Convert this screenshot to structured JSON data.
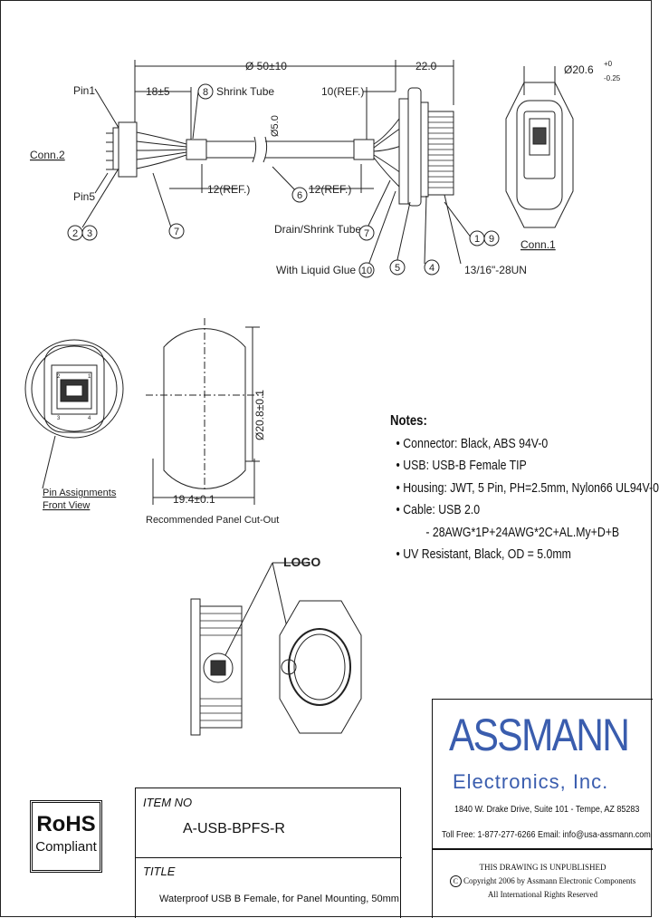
{
  "drawing": {
    "dim_overall": "Ø 50±10",
    "dim_22": "22.0",
    "dim_dia": "Ø20.6",
    "dim_dia_tol_top": "+0",
    "dim_dia_tol_bot": "-0.25",
    "dim_18": "18±5",
    "dim_10ref": "10(REF.)",
    "dim_12ref_left": "12(REF.)",
    "dim_12ref_right": "12(REF.)",
    "dim_d5": "Ø5.0",
    "label_pin1": "Pin1",
    "label_pin5": "Pin5",
    "label_conn2": "Conn.2",
    "label_conn1": "Conn.1",
    "label_shrink_tube": "Shrink Tube",
    "label_drain_shrink": "Drain/Shrink Tube",
    "label_liquid_glue": "With Liquid Glue",
    "label_thread": "13/16\"-28UN",
    "balloon_8": "8",
    "balloon_6": "6",
    "balloon_7a": "7",
    "balloon_7b": "7",
    "balloon_2": "2",
    "balloon_3": "3",
    "balloon_1": "1",
    "balloon_9": "9",
    "balloon_10": "10",
    "balloon_5": "5",
    "balloon_4": "4",
    "pin_assign_line1": "Pin Assignments",
    "pin_assign_line2": "Front View",
    "dim_20_8": "Ø20.8±0.1",
    "dim_19_4": "19.4±0.1",
    "panel_cutout": "Recommended Panel Cut-Out",
    "label_logo": "LOGO",
    "pin_2": "2",
    "pin_1": "1",
    "pin_3": "3",
    "pin_4": "4"
  },
  "notes": {
    "heading": "Notes:",
    "connector": "• Connector: Black, ABS 94V-0",
    "usb": "• USB: USB-B Female TIP",
    "housing": "• Housing: JWT, 5 Pin, PH=2.5mm, Nylon66 UL94V-0",
    "cable": "• Cable: USB 2.0",
    "cable_spec": "- 28AWG*1P+24AWG*2C+AL.My+D+B",
    "uv": "• UV Resistant, Black, OD = 5.0mm"
  },
  "company": {
    "name": "ASSMANN",
    "subtitle": "Electronics, Inc.",
    "address": "1840 W. Drake Drive, Suite 101 - Tempe, AZ 85283",
    "contact": "Toll Free: 1-877-277-6266   Email: info@usa-assmann.com"
  },
  "title_block": {
    "item_no_label": "ITEM NO",
    "item_no": "A-USB-BPFS-R",
    "title_label": "TITLE",
    "title": "Waterproof USB B Female, for Panel Mounting, 50mm"
  },
  "legal": {
    "unpublished": "THIS DRAWING IS UNPUBLISHED",
    "copyright": "Copyright 2006 by Assmann Electronic Components",
    "copyright_symbol": "C",
    "rights": "All International Rights Reserved"
  },
  "rohs": {
    "top": "RoHS",
    "bottom": "Compliant"
  }
}
